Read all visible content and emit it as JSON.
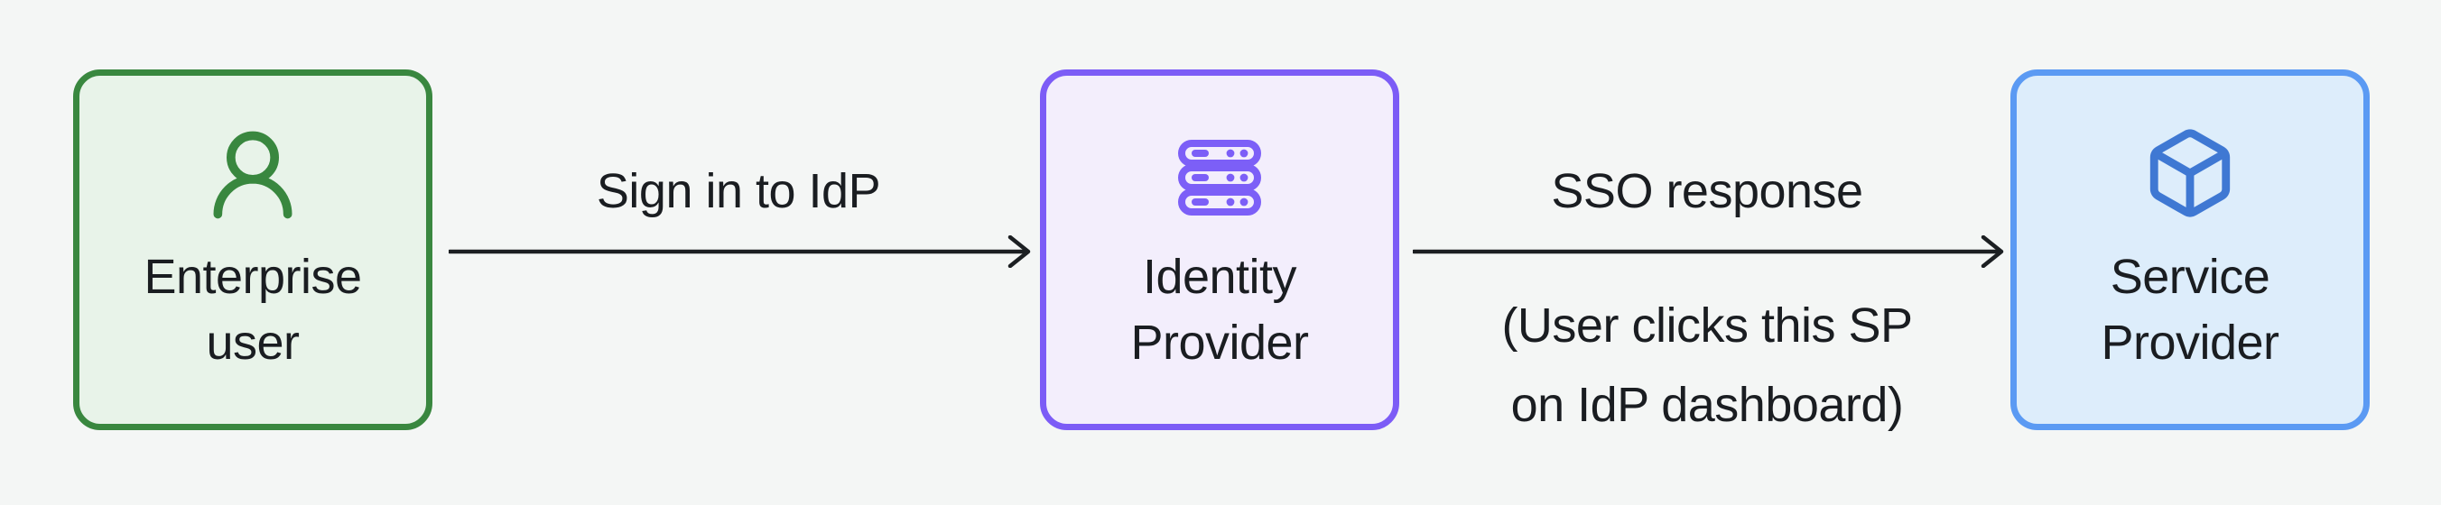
{
  "diagram": {
    "background_color": "#f4f6f5",
    "text_color": "#1a1d21",
    "arrow_color": "#1c1f22",
    "nodes": [
      {
        "id": "enterprise-user",
        "title": "Enterprise user",
        "title_line1": "Enterprise",
        "title_line2": "user",
        "icon": "user-icon",
        "border_color": "#39873f",
        "fill_color": "#e8f3e9",
        "icon_color": "#39873f"
      },
      {
        "id": "identity-provider",
        "title": "Identity Provider",
        "title_line1": "Identity",
        "title_line2": "Provider",
        "icon": "server-icon",
        "border_color": "#7c5cf6",
        "fill_color": "#f3eefc",
        "icon_color": "#7c5ff7"
      },
      {
        "id": "service-provider",
        "title": "Service Provider",
        "title_line1": "Service",
        "title_line2": "Provider",
        "icon": "cube-icon",
        "border_color": "#5b9af3",
        "fill_color": "#ddedfb",
        "icon_color": "#3f78d3"
      }
    ],
    "edges": [
      {
        "label": "Sign in to IdP"
      },
      {
        "label": "SSO response",
        "note_line1": "(User clicks this SP",
        "note_line2": "on IdP dashboard)"
      }
    ]
  }
}
